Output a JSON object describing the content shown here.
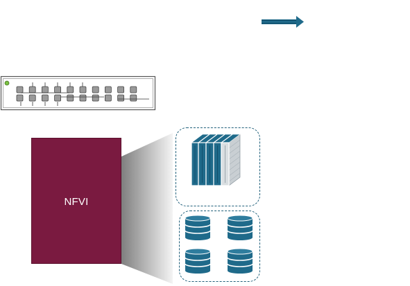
{
  "nfvi": {
    "label": "NFVI"
  },
  "colors": {
    "nfvi_fill": "#7a1a40",
    "accent_teal": "#1f6a8a",
    "dashed_border": "#1f5f7a",
    "switch_led": "#7ac142"
  },
  "icons": {
    "arrow": "arrow-right-icon",
    "switch": "network-switch-icon",
    "compute": "blade-server-icon",
    "storage": "database-disk-icon"
  },
  "switch": {
    "ports_per_row": 10,
    "rows": 2
  },
  "storage": {
    "disk_count": 4
  }
}
